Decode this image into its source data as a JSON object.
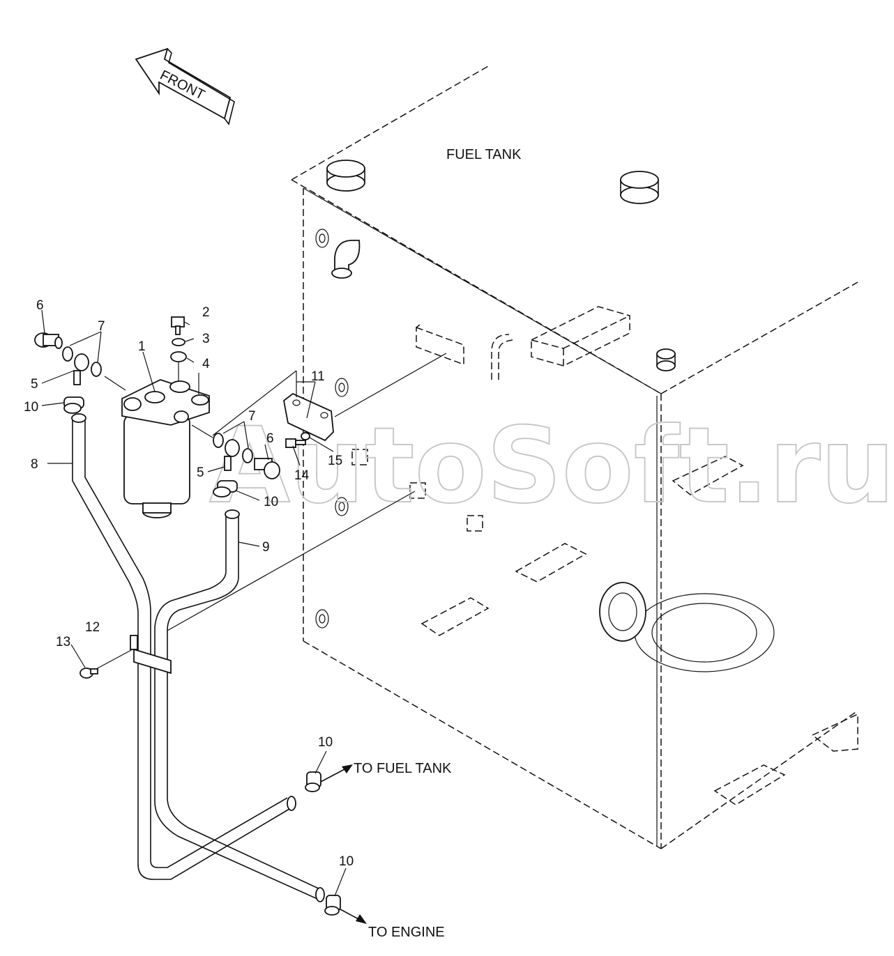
{
  "labels": {
    "fuel_tank": "FUEL TANK",
    "front": "FRONT",
    "to_fuel_tank": "TO FUEL TANK",
    "to_engine": "TO ENGINE",
    "watermark": "AutoSoft.ru"
  },
  "part_numbers": {
    "p1": "1",
    "p2": "2",
    "p3": "3",
    "p4": "4",
    "p5a": "5",
    "p5b": "5",
    "p6a": "6",
    "p6b": "6",
    "p7a": "7",
    "p7b": "7",
    "p8": "8",
    "p9": "9",
    "p10a": "10",
    "p10b": "10",
    "p10c": "10",
    "p10d": "10",
    "p11": "11",
    "p12": "12",
    "p13": "13",
    "p14": "14",
    "p15": "15"
  }
}
